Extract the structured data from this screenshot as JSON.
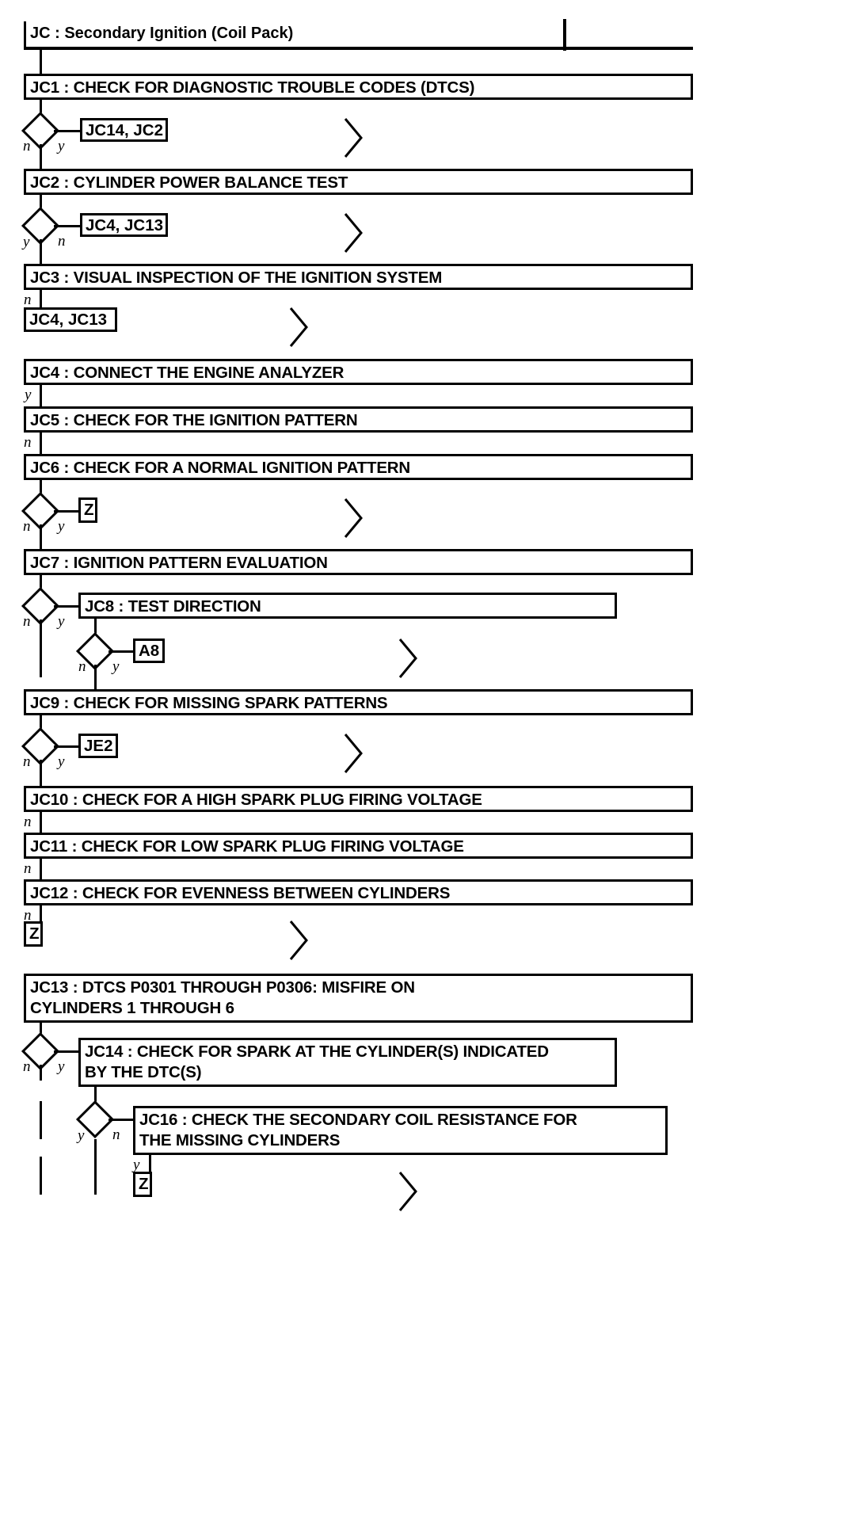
{
  "diagram": {
    "title": "JC : Secondary Ignition (Coil Pack)",
    "type": "flowchart",
    "orientation": "vertical",
    "description": "Automotive diagnostic flowchart for secondary ignition (coil pack) testing, steps JC1 through JC16.",
    "steps": [
      {
        "id": "JC1",
        "label": "JC1 : CHECK FOR DIAGNOSTIC TROUBLE CODES (DTCS)"
      },
      {
        "id": "JC2",
        "label": "JC2 : CYLINDER POWER BALANCE TEST"
      },
      {
        "id": "JC3",
        "label": "JC3 : VISUAL INSPECTION OF THE IGNITION SYSTEM"
      },
      {
        "id": "JC4",
        "label": "JC4 : CONNECT THE ENGINE ANALYZER"
      },
      {
        "id": "JC5",
        "label": "JC5 : CHECK FOR THE IGNITION PATTERN"
      },
      {
        "id": "JC6",
        "label": "JC6 : CHECK FOR A NORMAL IGNITION PATTERN"
      },
      {
        "id": "JC7",
        "label": "JC7 : IGNITION PATTERN EVALUATION"
      },
      {
        "id": "JC8",
        "label": "JC8 : TEST DIRECTION"
      },
      {
        "id": "JC9",
        "label": "JC9 : CHECK FOR MISSING SPARK PATTERNS"
      },
      {
        "id": "JC10",
        "label": "JC10 : CHECK FOR A HIGH SPARK PLUG FIRING VOLTAGE"
      },
      {
        "id": "JC11",
        "label": "JC11 : CHECK FOR LOW SPARK PLUG FIRING VOLTAGE"
      },
      {
        "id": "JC12",
        "label": "JC12 : CHECK FOR EVENNESS BETWEEN CYLINDERS"
      },
      {
        "id": "JC13",
        "label": "JC13 : DTCS P0301 THROUGH P0306: MISFIRE ON\nCYLINDERS 1 THROUGH 6"
      },
      {
        "id": "JC14",
        "label": "JC14 : CHECK FOR SPARK AT THE CYLINDER(S) INDICATED\nBY THE DTC(S)"
      },
      {
        "id": "JC16",
        "label": "JC16 : CHECK THE SECONDARY COIL RESISTANCE FOR\nTHE MISSING CYLINDERS"
      }
    ],
    "connectors": [
      {
        "id": "ref-jc14-jc2-a",
        "label": "JC14, JC2"
      },
      {
        "id": "ref-jc4-jc13-a",
        "label": "JC4, JC13"
      },
      {
        "id": "ref-jc4-jc13-b",
        "label": "JC4, JC13"
      },
      {
        "id": "ref-z-a",
        "label": "Z"
      },
      {
        "id": "ref-a8",
        "label": "A8"
      },
      {
        "id": "ref-je2",
        "label": "JE2"
      },
      {
        "id": "ref-z-b",
        "label": "Z"
      },
      {
        "id": "ref-z-c",
        "label": "Z"
      }
    ],
    "branch_labels": {
      "yes": "y",
      "no": "n"
    },
    "decisions": [
      {
        "after": "JC1",
        "no": "n",
        "yes": "y",
        "yes_target": "JC14, JC2"
      },
      {
        "after": "JC2",
        "no": "n",
        "yes": "y",
        "no_target": "JC4, JC13"
      },
      {
        "after": "JC6",
        "no": "n",
        "yes": "y",
        "yes_target": "Z"
      },
      {
        "after": "JC7",
        "no": "n",
        "yes": "y",
        "yes_target": "JC8 : TEST DIRECTION"
      },
      {
        "after": "JC8",
        "no": "n",
        "yes": "y",
        "yes_target": "A8"
      },
      {
        "after": "JC9",
        "no": "n",
        "yes": "y",
        "yes_target": "JE2"
      },
      {
        "after": "JC13",
        "no": "n",
        "yes": "y",
        "yes_target": "JC14 : CHECK FOR SPARK AT THE CYLINDER(S) INDICATED BY THE DTC(S)"
      },
      {
        "after": "JC14",
        "yes": "y",
        "no": "n",
        "no_target": "JC16 : CHECK THE SECONDARY COIL RESISTANCE FOR THE MISSING CYLINDERS"
      }
    ],
    "edge_labels": [
      {
        "id": "e-jc3-n",
        "label": "n"
      },
      {
        "id": "e-jc4-y",
        "label": "y"
      },
      {
        "id": "e-jc5-n",
        "label": "n"
      },
      {
        "id": "e-jc10-n",
        "label": "n"
      },
      {
        "id": "e-jc11-n",
        "label": "n"
      },
      {
        "id": "e-jc12-n",
        "label": "n"
      },
      {
        "id": "e-jc16-y",
        "label": "y"
      }
    ],
    "colors": {
      "stroke": "#000000",
      "fill": "#ffffff",
      "text": "#000000"
    }
  }
}
